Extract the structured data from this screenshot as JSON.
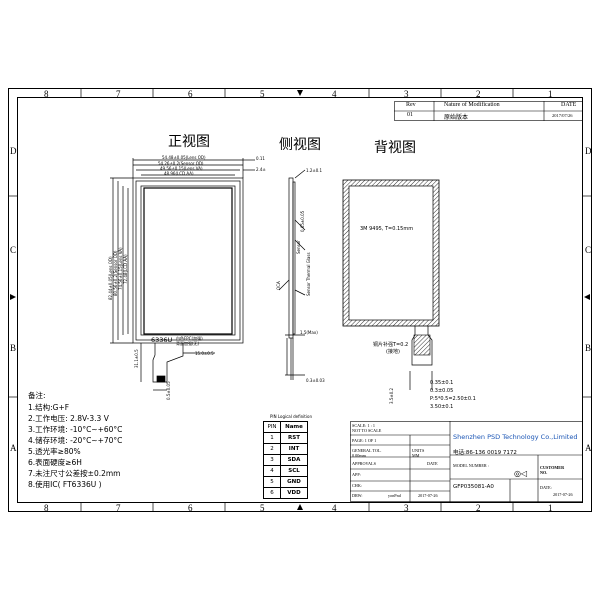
{
  "zones": {
    "columns_top": [
      "8",
      "7",
      "6",
      "5",
      "4",
      "3",
      "2",
      "1"
    ],
    "columns_bottom": [
      "8",
      "7",
      "6",
      "5",
      "4",
      "3",
      "2",
      "1"
    ],
    "rows_left": [
      "D",
      "C",
      "B",
      "A"
    ],
    "rows_right": [
      "D",
      "C",
      "B",
      "A"
    ]
  },
  "revision": {
    "header_rev": "Rev",
    "header_nature": "Nature of Modification",
    "header_date": "DATE",
    "rev": "01",
    "nature": "原始版本",
    "date": "2017/07/26"
  },
  "views": {
    "front": "正视图",
    "side": "侧视图",
    "back": "背视图"
  },
  "front_dims": {
    "d1": "54.48±0.05(Lens OD)",
    "d2": "54.26±0.2(Sensor OD)",
    "d3": "49.56±0.15(Lens VA)",
    "d4": "48.96(LCD AA)",
    "d5": "0.11",
    "d6": "2.4±",
    "v1": "82.44±0.05(Lens OD)",
    "v2": "80.56±0.2(Sensor OD)",
    "v3": "74.56±0.15(Lens VA)",
    "v4": "72.48(LCD AA)",
    "ic": "6336U",
    "fpc_note1": "白色FPC(加强)",
    "fpc_note2": "背面加强(无)",
    "fpc_len": "31.1±0.5",
    "fpc_w": "15.0±0.5",
    "pitch": "0.5±0.05"
  },
  "side_dims": {
    "t1": "1.2±0.1",
    "t2": "0.65±0.05",
    "t3": "Sensor",
    "t4": "OCA",
    "t5": "Sensor Thermal Glass",
    "t6": "1.5(Max)",
    "t7": "0.3±0.03"
  },
  "back_dims": {
    "tape": "3M 9495, T=0.15mm",
    "stiff": "铜片补强T=0.2",
    "stiff2": "(接地)",
    "p1": "0.35±0.1",
    "p2": "0.3±0.05",
    "p3": "P:5*0.5=2.50±0.1",
    "p4": "3.50±0.1",
    "p5": "3.5±0.2"
  },
  "notes": {
    "title": "备注:",
    "items": [
      "1.结构:G+F",
      "2.工作电压: 2.8V-3.3 V",
      "3.工作环境: -10°C~+60°C",
      "4.储存环境: -20°C~+70°C",
      "5.透光率≥80%",
      "6.表面硬度≥6H",
      "7.未注尺寸公差按±0.2mm",
      "8.使用IC(   FT6336U   )"
    ]
  },
  "pins": {
    "title": "PIN Logical definition",
    "header_pin": "PIN",
    "header_name": "Name",
    "rows": [
      {
        "num": "1",
        "name": "RST"
      },
      {
        "num": "2",
        "name": "INT"
      },
      {
        "num": "3",
        "name": "SDA"
      },
      {
        "num": "4",
        "name": "SCL"
      },
      {
        "num": "5",
        "name": "GND"
      },
      {
        "num": "6",
        "name": "VDD"
      }
    ]
  },
  "titleblock": {
    "scale": "SCALE: 1 : 1",
    "scale2": "NOT TO SCALE",
    "page": "PAGE: 1 OF 1",
    "units": "UNITS",
    "units2": "MM",
    "general": "GENERAL TOL.",
    "general2": "0.00mm",
    "approvals": "APPROVALS",
    "date": "DATE",
    "app": "APP:",
    "chk": "CHK:",
    "drw": "DRW:",
    "drawer": "yonPnd",
    "drw_date": "2017-07-26",
    "company": "Shenzhen PSD Technology Co.,Limited",
    "phone": "电话:86-136 0019 7172",
    "model_label": "MODEL NUMBER :",
    "model": "GFP035081-A0",
    "customer": "CUSTOMER",
    "customer2": "NO.",
    "date2_label": "DATE:",
    "date2": "2017-07-26"
  }
}
